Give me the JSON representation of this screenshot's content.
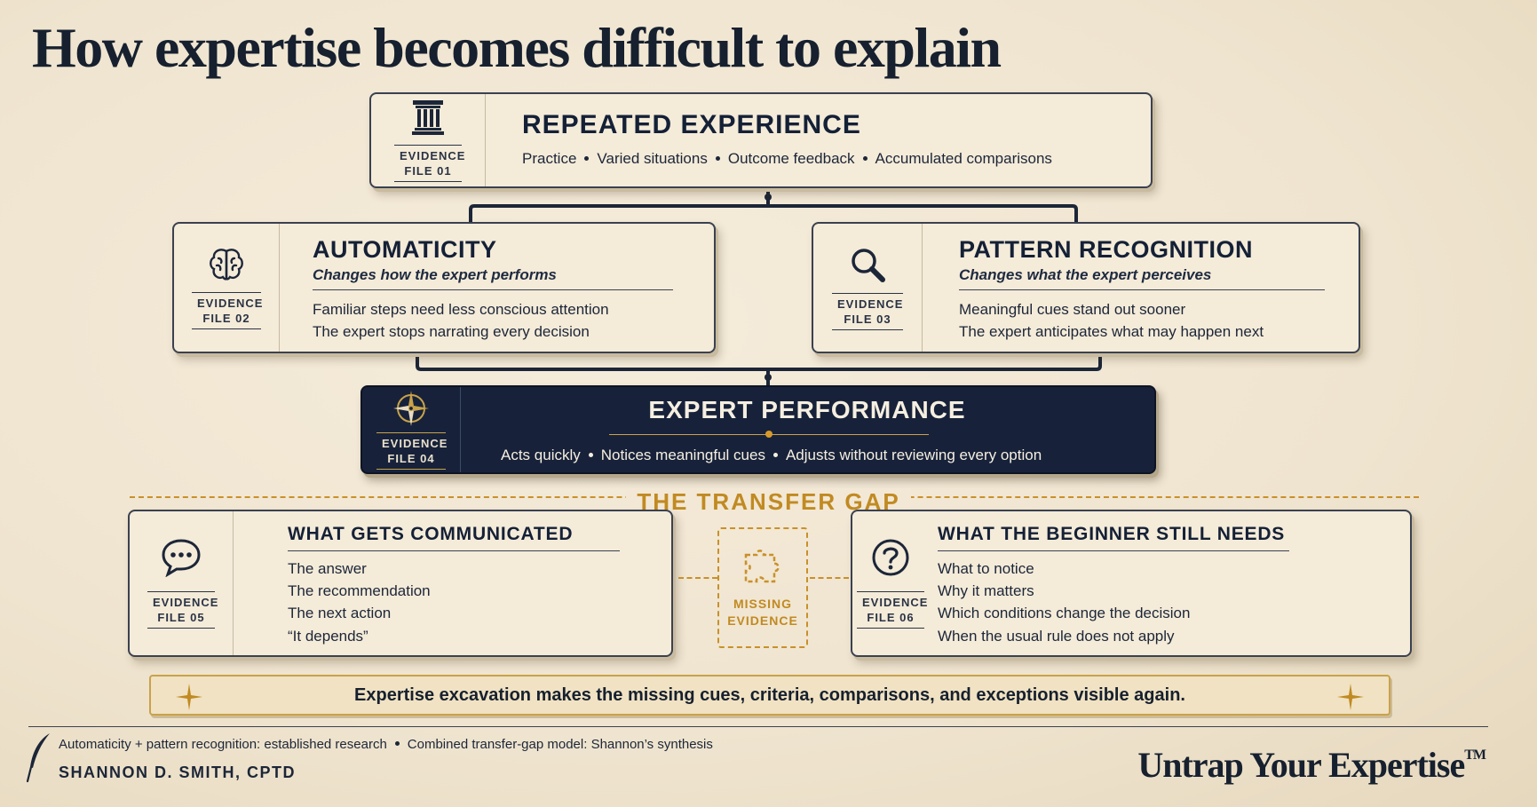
{
  "title": "How expertise becomes difficult to explain",
  "cards": {
    "repeated": {
      "file_label": "EVIDENCE FILE 01",
      "heading": "REPEATED EXPERIENCE",
      "items": [
        "Practice",
        "Varied situations",
        "Outcome feedback",
        "Accumulated comparisons"
      ]
    },
    "automaticity": {
      "file_label": "EVIDENCE FILE 02",
      "heading": "AUTOMATICITY",
      "subheading": "Changes how the expert performs",
      "lines": [
        "Familiar steps need less conscious attention",
        "The expert stops narrating every decision"
      ]
    },
    "pattern": {
      "file_label": "EVIDENCE FILE 03",
      "heading": "PATTERN RECOGNITION",
      "subheading": "Changes what the expert perceives",
      "lines": [
        "Meaningful cues stand out sooner",
        "The expert anticipates what may happen next"
      ]
    },
    "performance": {
      "file_label": "EVIDENCE FILE 04",
      "heading": "EXPERT PERFORMANCE",
      "items": [
        "Acts quickly",
        "Notices meaningful cues",
        "Adjusts without reviewing every option"
      ]
    },
    "communicated": {
      "file_label": "EVIDENCE FILE 05",
      "heading": "WHAT GETS COMMUNICATED",
      "lines": [
        "The answer",
        "The recommendation",
        "The next action",
        "“It depends”"
      ]
    },
    "needs": {
      "file_label": "EVIDENCE FILE 06",
      "heading": "WHAT THE BEGINNER STILL NEEDS",
      "lines": [
        "What to notice",
        "Why it matters",
        "Which conditions change the decision",
        "When the usual rule does not apply"
      ]
    }
  },
  "transfer_gap": {
    "title": "THE TRANSFER GAP",
    "missing": "MISSING EVIDENCE"
  },
  "banner": "Expertise excavation makes the missing cues, criteria, comparisons, and exceptions visible again.",
  "footer": {
    "note_a": "Automaticity + pattern recognition: established research",
    "note_b": "Combined transfer-gap model: Shannon’s synthesis",
    "author": "SHANNON D. SMITH, CPTD",
    "brand": "Untrap Your Expertise",
    "trademark": "TM"
  },
  "colors": {
    "navy": "#17223a",
    "gold": "#c18a22",
    "paper": "#f4ebd9"
  },
  "icons": [
    "pillar-icon",
    "brain-icon",
    "magnifier-icon",
    "compass-icon",
    "speech-bubble-icon",
    "question-icon",
    "puzzle-icon",
    "star-icon",
    "quill-icon"
  ]
}
